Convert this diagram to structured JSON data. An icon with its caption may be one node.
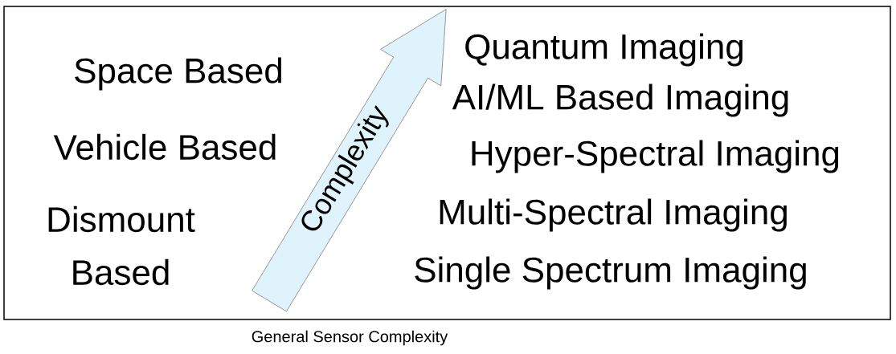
{
  "diagram": {
    "caption": "General Sensor Complexity",
    "labels": [
      "Space Based",
      "Vehicle Based",
      "Dismount Based",
      "Complexity",
      "Quantum Imaging",
      "AI/ML Based Imaging",
      "Hyper-Spectral Imaging",
      "Multi-Spectral Imaging",
      "Single Spectrum Imaging"
    ]
  }
}
